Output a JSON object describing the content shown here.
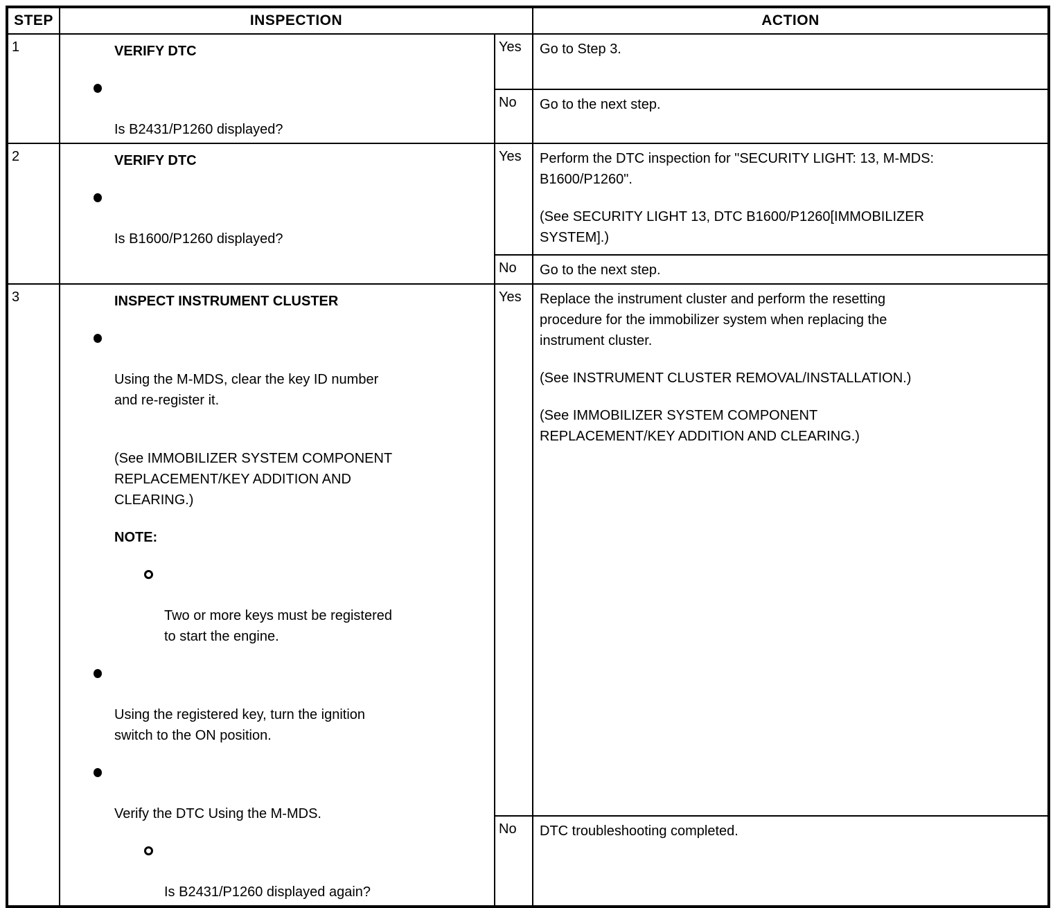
{
  "document": {
    "type": "dtc-troubleshooting-table",
    "colors": {
      "border": "#000000",
      "background": "#ffffff",
      "text": "#000000"
    }
  },
  "table": {
    "header": {
      "step": "STEP",
      "inspection": "INSPECTION",
      "action": "ACTION"
    },
    "rows": [
      {
        "step": "1",
        "inspection": {
          "title": "VERIFY DTC",
          "bullet1": [
            "Is B2431/P1260 displayed?"
          ]
        },
        "yes": {
          "label": "Yes",
          "para1": [
            "Go to Step 3."
          ]
        },
        "no": {
          "label": "No",
          "para1": [
            "Go to the next step."
          ]
        }
      },
      {
        "step": "2",
        "inspection": {
          "title": "VERIFY DTC",
          "bullet1": [
            "Is B1600/P1260 displayed?"
          ]
        },
        "yes": {
          "label": "Yes",
          "para1": [
            "Perform the DTC inspection for \"SECURITY LIGHT: 13, M-MDS:",
            "B1600/P1260\"."
          ],
          "para2": [
            "(See SECURITY LIGHT 13, DTC B1600/P1260[IMMOBILIZER",
            "SYSTEM].)"
          ]
        },
        "no": {
          "label": "No",
          "para1": [
            "Go to the next step."
          ]
        }
      },
      {
        "step": "3",
        "inspection": {
          "title": "INSPECT INSTRUMENT CLUSTER",
          "bullet1": [
            "Using the M-MDS, clear the key ID number",
            "and re-register it."
          ],
          "see1": [
            "(See IMMOBILIZER SYSTEM COMPONENT",
            "REPLACEMENT/KEY ADDITION AND",
            "CLEARING.)"
          ],
          "note_label": "NOTE:",
          "note_item": [
            "Two or more keys must be registered",
            "to start the engine."
          ],
          "bullet2": [
            "Using the registered key, turn the ignition",
            "switch to the ON position."
          ],
          "bullet3": [
            "Verify the DTC Using the M-MDS."
          ],
          "sub_question": [
            "Is B2431/P1260 displayed again?"
          ]
        },
        "yes": {
          "label": "Yes",
          "para1": [
            "Replace the instrument cluster and perform the resetting",
            "procedure for the immobilizer system when replacing the",
            "instrument cluster."
          ],
          "para2": [
            "(See INSTRUMENT CLUSTER REMOVAL/INSTALLATION.)"
          ],
          "para3": [
            "(See IMMOBILIZER SYSTEM COMPONENT",
            "REPLACEMENT/KEY ADDITION AND CLEARING.)"
          ]
        },
        "no": {
          "label": "No",
          "para1": [
            "DTC troubleshooting completed."
          ]
        }
      }
    ]
  }
}
